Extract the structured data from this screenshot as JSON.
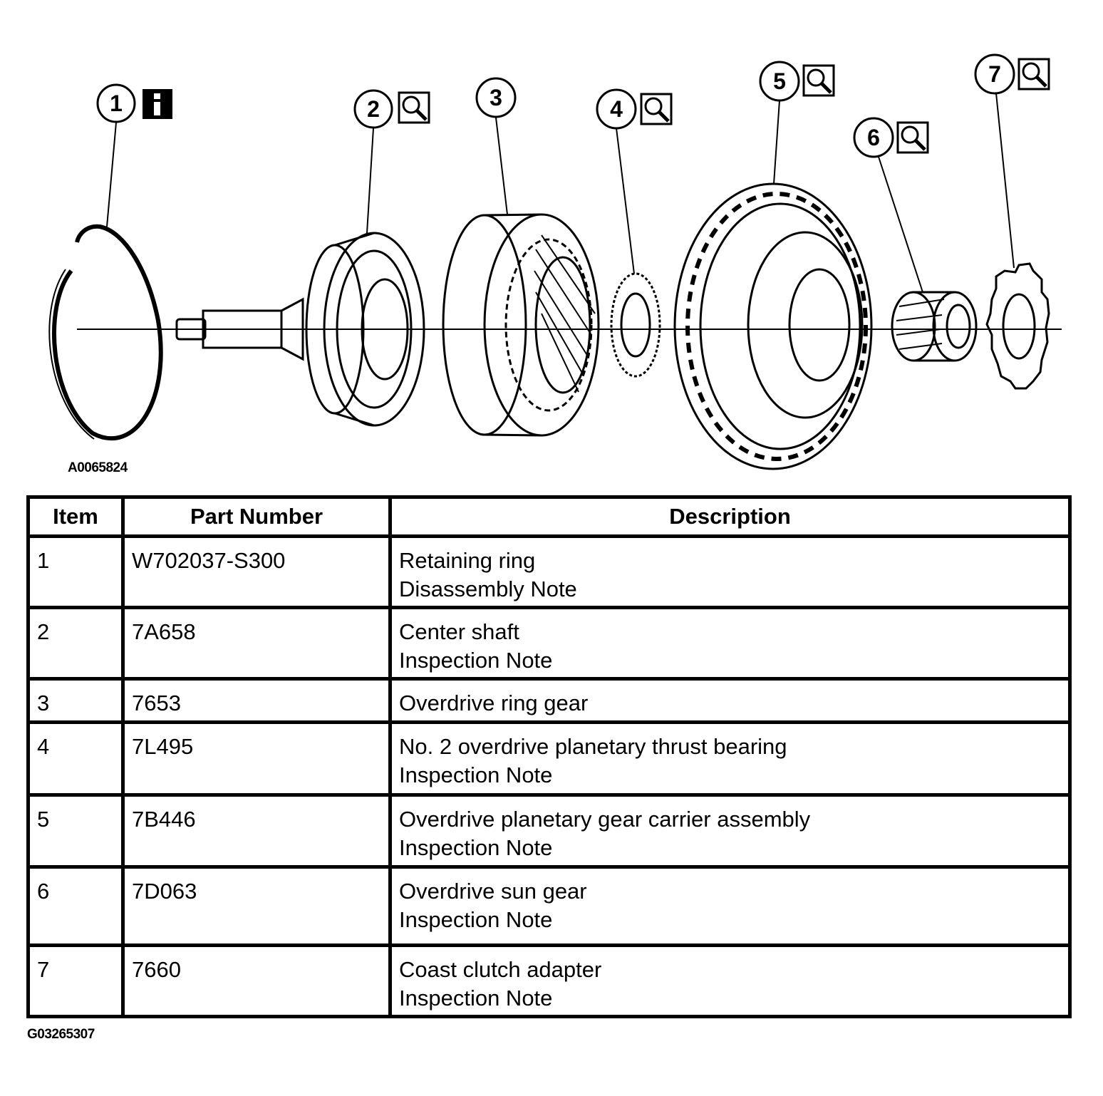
{
  "figure": {
    "id_top": "A0065824",
    "id_bottom": "G03265307",
    "callouts": [
      {
        "num": "1",
        "icon": "info-icon"
      },
      {
        "num": "2",
        "icon": "magnifier-icon"
      },
      {
        "num": "3",
        "icon": ""
      },
      {
        "num": "4",
        "icon": "magnifier-icon"
      },
      {
        "num": "5",
        "icon": "magnifier-icon"
      },
      {
        "num": "6",
        "icon": "magnifier-icon"
      },
      {
        "num": "7",
        "icon": "magnifier-icon"
      }
    ]
  },
  "table": {
    "headers": {
      "item": "Item",
      "part_number": "Part Number",
      "description": "Description"
    },
    "rows": [
      {
        "item": "1",
        "part": "W702037-S300",
        "desc": "Retaining ring",
        "note": "Disassembly Note"
      },
      {
        "item": "2",
        "part": "7A658",
        "desc": "Center shaft",
        "note": "Inspection Note"
      },
      {
        "item": "3",
        "part": "7653",
        "desc": "Overdrive ring gear",
        "note": ""
      },
      {
        "item": "4",
        "part": "7L495",
        "desc": "No. 2 overdrive planetary thrust bearing",
        "note": "Inspection Note"
      },
      {
        "item": "5",
        "part": "7B446",
        "desc": "Overdrive planetary gear carrier assembly",
        "note": "Inspection Note"
      },
      {
        "item": "6",
        "part": "7D063",
        "desc": "Overdrive sun gear",
        "note": "Inspection Note"
      },
      {
        "item": "7",
        "part": "7660",
        "desc": "Coast clutch adapter",
        "note": "Inspection Note"
      }
    ]
  }
}
